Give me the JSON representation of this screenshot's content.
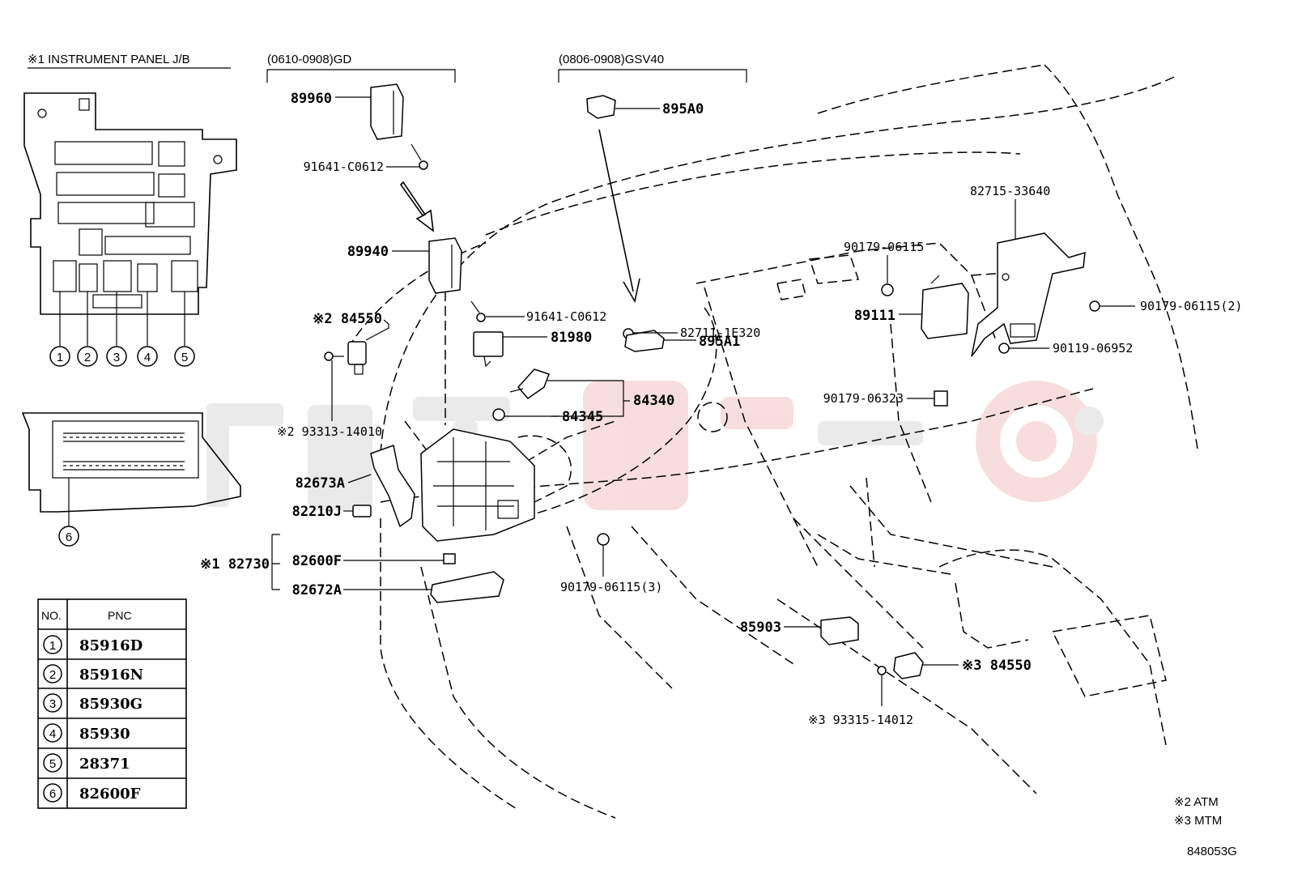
{
  "headers": {
    "jb_title": "※1 INSTRUMENT PANEL J/B",
    "variant_gd": "(0610-0908)GD",
    "variant_gsv40": "(0806-0908)GSV40"
  },
  "callouts": {
    "p89960": "89960",
    "p91641_top": "91641-C0612",
    "p89940": "89940",
    "p91641_mid": "91641-C0612",
    "p84550_l": "※2 84550",
    "p81980": "81980",
    "p895A0": "895A0",
    "p82711": "82711-1E320",
    "p895A1": "895A1",
    "p84340": "84340",
    "p84345": "84345",
    "p93313": "※2 93313-14010",
    "p82673A": "82673A",
    "p82210J": "82210J",
    "p82730": "※1 82730",
    "p82600F": "82600F",
    "p82672A": "82672A",
    "p90179_3": "90179-06115(3)",
    "p82715": "82715-33640",
    "p90179_a": "90179-06115",
    "p89111": "89111",
    "p90179_2": "90179-06115(2)",
    "p90119": "90119-06952",
    "p90179_06323": "90179-06323",
    "p85903": "85903",
    "p84550_r": "※3 84550",
    "p93315": "※3 93315-14012"
  },
  "jb_numbers": [
    "1",
    "2",
    "3",
    "4",
    "5",
    "6"
  ],
  "table": {
    "col_no": "NO.",
    "col_pnc": "PNC",
    "rows": [
      {
        "no": "1",
        "pnc": "85916D"
      },
      {
        "no": "2",
        "pnc": "85916N"
      },
      {
        "no": "3",
        "pnc": "85930G"
      },
      {
        "no": "4",
        "pnc": "85930"
      },
      {
        "no": "5",
        "pnc": "28371"
      },
      {
        "no": "6",
        "pnc": "82600F"
      }
    ]
  },
  "notes": {
    "atm": "※2 ATM",
    "mtm": "※3 MTM",
    "drawing_id": "848053G"
  }
}
